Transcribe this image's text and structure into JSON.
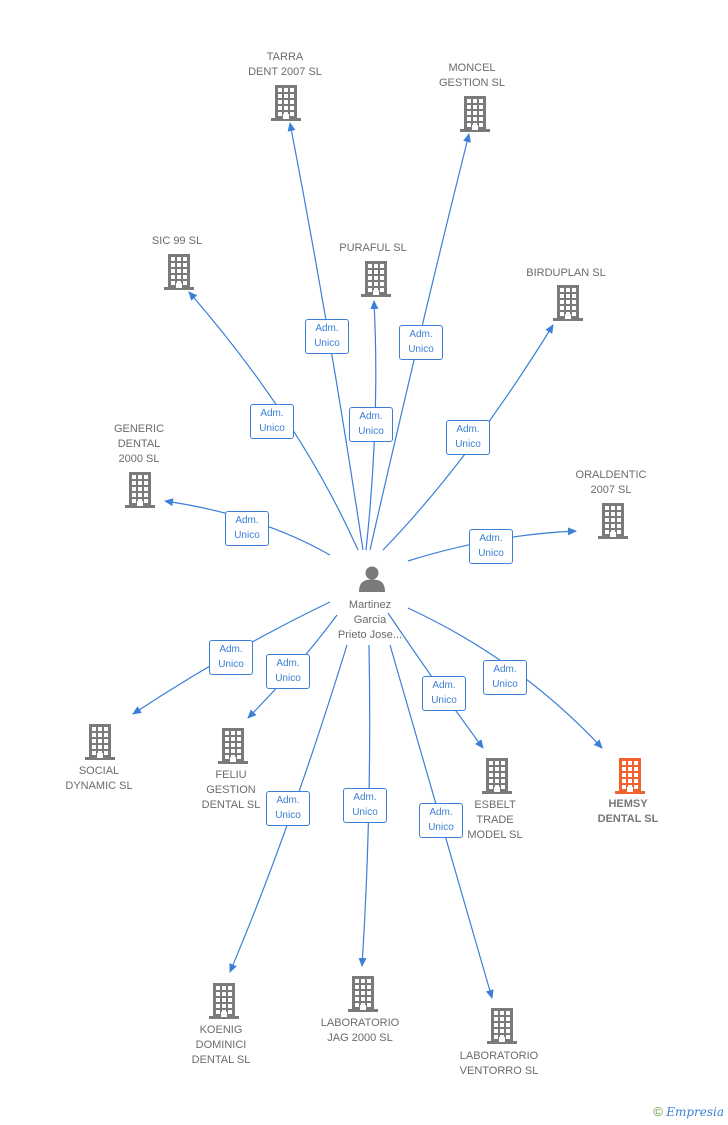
{
  "center": {
    "name": "Martinez\nGarcia\nPrieto Jose..."
  },
  "edge_label": "Adm.\nUnico",
  "colors": {
    "edge": "#3b7fd6",
    "building": "#7a7a7a",
    "highlight": "#f0622e"
  },
  "nodes": [
    {
      "id": "tarra",
      "label": "TARRA\nDENT 2007  SL"
    },
    {
      "id": "moncel",
      "label": "MONCEL\nGESTION  SL"
    },
    {
      "id": "sic99",
      "label": "SIC 99 SL"
    },
    {
      "id": "puraful",
      "label": "PURAFUL SL"
    },
    {
      "id": "birduplan",
      "label": "BIRDUPLAN  SL"
    },
    {
      "id": "generic",
      "label": "GENERIC\nDENTAL\n2000  SL"
    },
    {
      "id": "oraldentic",
      "label": "ORALDENTIC\n2007 SL"
    },
    {
      "id": "social",
      "label": "SOCIAL\nDYNAMIC  SL"
    },
    {
      "id": "feliu",
      "label": "FELIU\nGESTION\nDENTAL  SL"
    },
    {
      "id": "esbelt",
      "label": "ESBELT\nTRADE\nMODEL SL"
    },
    {
      "id": "hemsy",
      "label": "HEMSY\nDENTAL  SL",
      "highlight": true
    },
    {
      "id": "koenig",
      "label": "KOENIG\nDOMINICI\nDENTAL  SL"
    },
    {
      "id": "jag",
      "label": "LABORATORIO\nJAG 2000  SL"
    },
    {
      "id": "ventorro",
      "label": "LABORATORIO\nVENTORRO  SL"
    }
  ],
  "footer": {
    "copyright": "©",
    "brand": "Empresia"
  }
}
